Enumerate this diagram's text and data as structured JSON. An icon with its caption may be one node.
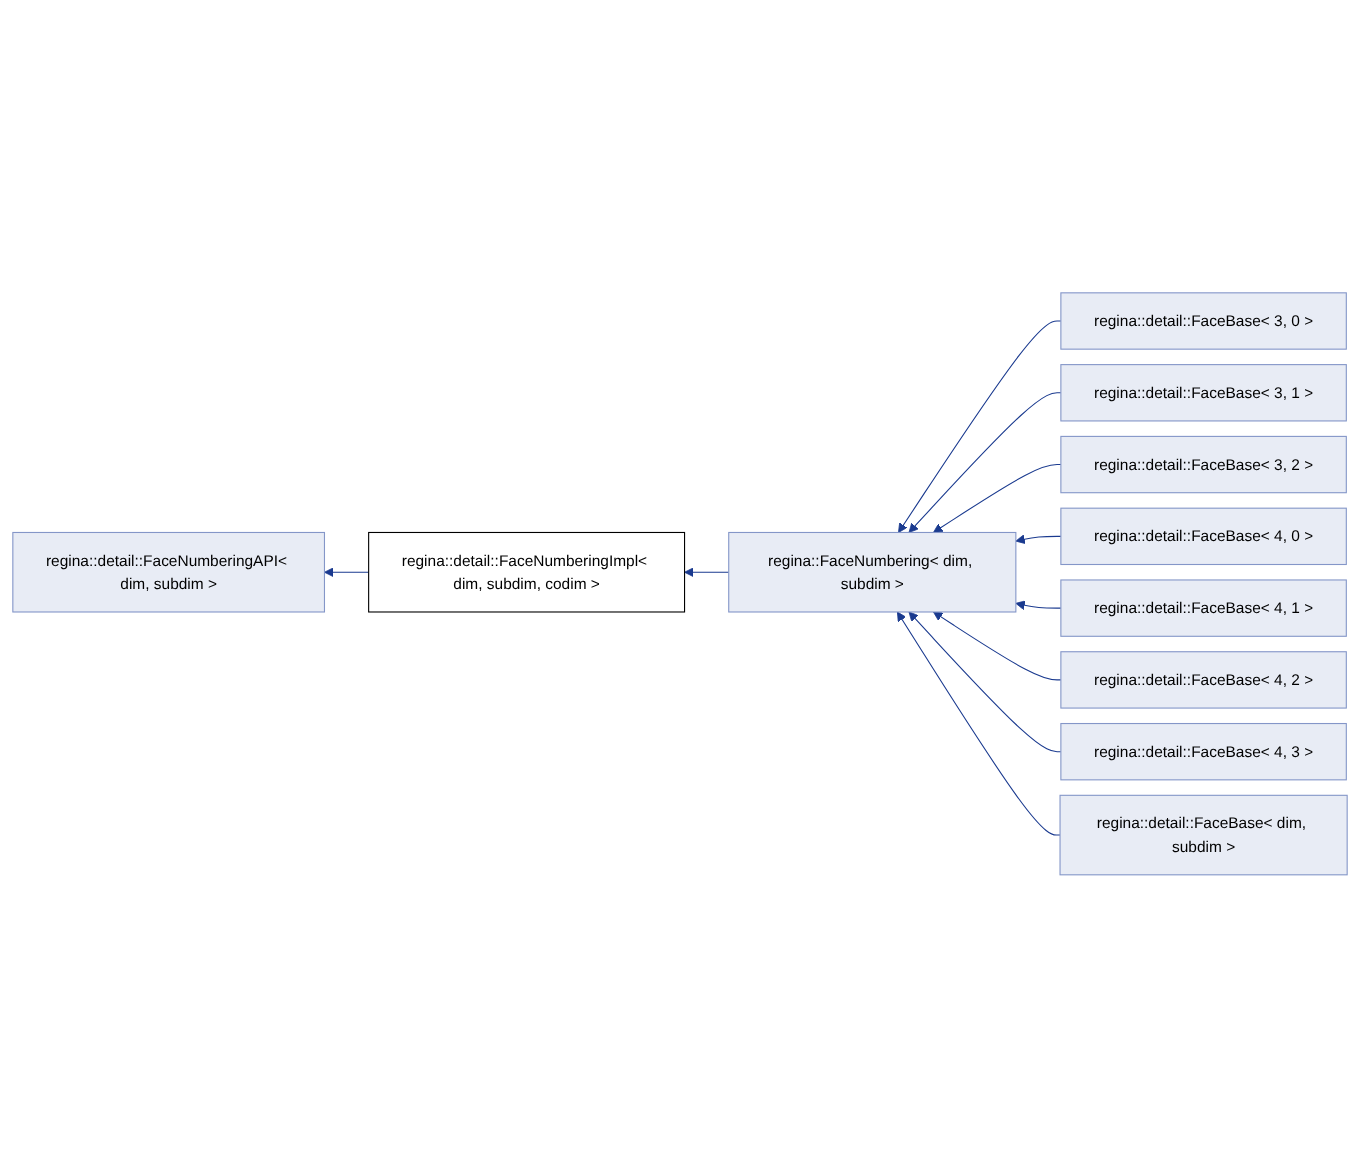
{
  "diagram": {
    "nodes": [
      {
        "text": [
          "regina::detail::FaceNumberingAPI< dim, subdim >"
        ]
      },
      {
        "text": [
          "regina::detail::FaceNumberingImpl< dim, subdim, codim >"
        ]
      },
      {
        "text": [
          "regina::FaceNumbering< dim, subdim >"
        ]
      },
      {
        "text": [
          "regina::detail::FaceBase< 3, 0 >"
        ]
      },
      {
        "text": [
          "regina::detail::FaceBase< 3, 1 >"
        ]
      },
      {
        "text": [
          "regina::detail::FaceBase< 3, 2 >"
        ]
      },
      {
        "text": [
          "regina::detail::FaceBase< 4, 0 >"
        ]
      },
      {
        "text": [
          "regina::detail::FaceBase< 4, 1 >"
        ]
      },
      {
        "text": [
          "regina::detail::FaceBase< 4, 2 >"
        ]
      },
      {
        "text": [
          "regina::detail::FaceBase< 4, 3 >"
        ]
      },
      {
        "text": [
          "regina::detail::FaceBase< dim, subdim >"
        ]
      }
    ],
    "edges": [
      {
        "from": 1,
        "to": 0,
        "arrow": "to"
      },
      {
        "from": 2,
        "to": 1,
        "arrow": "to"
      },
      {
        "from": 3,
        "to": 2,
        "arrow": "to"
      },
      {
        "from": 4,
        "to": 2,
        "arrow": "to"
      },
      {
        "from": 5,
        "to": 2,
        "arrow": "to"
      },
      {
        "from": 6,
        "to": 2,
        "arrow": "to"
      },
      {
        "from": 7,
        "to": 2,
        "arrow": "to"
      },
      {
        "from": 8,
        "to": 2,
        "arrow": "to"
      },
      {
        "from": 9,
        "to": 2,
        "arrow": "to"
      },
      {
        "from": 10,
        "to": 2,
        "arrow": "to"
      }
    ]
  }
}
